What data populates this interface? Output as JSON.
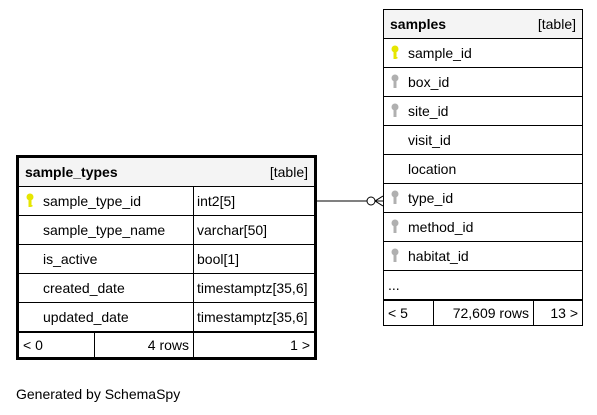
{
  "tables": [
    {
      "id": "sample_types",
      "name": "sample_types",
      "kind": "[table]",
      "focus": true,
      "columns": [
        {
          "name": "sample_type_id",
          "type": "int2[5]",
          "key": "primary"
        },
        {
          "name": "sample_type_name",
          "type": "varchar[50]",
          "key": "none"
        },
        {
          "name": "is_active",
          "type": "bool[1]",
          "key": "none"
        },
        {
          "name": "created_date",
          "type": "timestamptz[35,6]",
          "key": "none"
        },
        {
          "name": "updated_date",
          "type": "timestamptz[35,6]",
          "key": "none"
        }
      ],
      "footer": {
        "parents": "< 0",
        "rows": "4 rows",
        "children": "1 >"
      }
    },
    {
      "id": "samples",
      "name": "samples",
      "kind": "[table]",
      "focus": false,
      "columns": [
        {
          "name": "sample_id",
          "key": "primary"
        },
        {
          "name": "box_id",
          "key": "foreign"
        },
        {
          "name": "site_id",
          "key": "foreign"
        },
        {
          "name": "visit_id",
          "key": "none"
        },
        {
          "name": "location",
          "key": "none"
        },
        {
          "name": "type_id",
          "key": "foreign"
        },
        {
          "name": "method_id",
          "key": "foreign"
        },
        {
          "name": "habitat_id",
          "key": "foreign"
        },
        {
          "name": "...",
          "key": "none"
        }
      ],
      "footer": {
        "parents": "< 5",
        "rows": "72,609 rows",
        "children": "13 >"
      }
    }
  ],
  "colors": {
    "primary_key": "#e6e600",
    "foreign_key": "#b0b0b0",
    "header_bg": "#f4f4f4",
    "line": "#000000"
  },
  "relationship": {
    "from_table": "sample_types",
    "from_column": "sample_type_id",
    "to_table": "samples",
    "to_column": "type_id",
    "cardinality": "one-to-many-optional"
  },
  "generated_by": "Generated by SchemaSpy"
}
